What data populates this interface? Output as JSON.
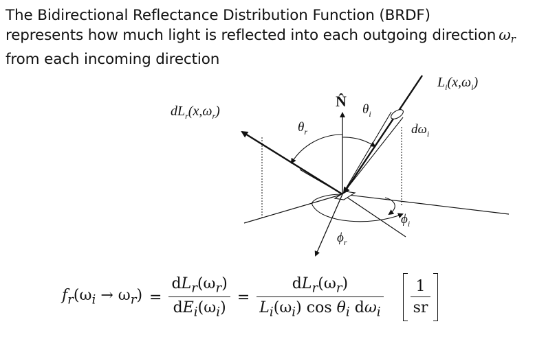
{
  "intro": {
    "line1": "The Bidirectional Reflectance Distribution Function (BRDF)",
    "line2": "represents how much light is reflected into each outgoing direction",
    "line2_symbol": "ω",
    "line2_symbol_sub": "r",
    "line3": "from each incoming direction"
  },
  "diagram": {
    "normal_label": "N̂",
    "incident_radiance_label": "L",
    "incident_radiance_sub": "i",
    "incident_radiance_args": "(x,ω",
    "incident_radiance_args_sub": "i",
    "incident_radiance_close": ")",
    "reflected_radiance_label": "dL",
    "reflected_radiance_sub": "r",
    "reflected_radiance_args": "(x,ω",
    "reflected_radiance_args_sub": "r",
    "reflected_radiance_close": ")",
    "theta_i_label": "θ",
    "theta_i_sub": "i",
    "theta_r_label": "θ",
    "theta_r_sub": "r",
    "domega_label": "dω",
    "domega_sub": "i",
    "phi_i_label": "ϕ",
    "phi_i_sub": "i",
    "phi_r_label": "ϕ",
    "phi_r_sub": "r"
  },
  "formula": {
    "lhs_f": "f",
    "lhs_f_sub": "r",
    "lhs_args": "(ω",
    "lhs_args_sub_i": "i",
    "lhs_arrow": " → ω",
    "lhs_args_sub_r": "r",
    "lhs_close": ")",
    "eq": "=",
    "frac1_num_d": "d",
    "frac1_num_L": "L",
    "frac1_num_sub": "r",
    "frac1_num_args": "(ω",
    "frac1_num_args_sub": "r",
    "frac1_num_close": ")",
    "frac1_den_d": "d",
    "frac1_den_E": "E",
    "frac1_den_sub": "i",
    "frac1_den_args": "(ω",
    "frac1_den_args_sub": "i",
    "frac1_den_close": ")",
    "frac2_num_d": "d",
    "frac2_num_L": "L",
    "frac2_num_sub": "r",
    "frac2_num_args": "(ω",
    "frac2_num_args_sub": "r",
    "frac2_num_close": ")",
    "frac2_den_L": "L",
    "frac2_den_sub": "i",
    "frac2_den_args": "(ω",
    "frac2_den_args_sub": "i",
    "frac2_den_close": ")",
    "frac2_den_cos": " cos ",
    "frac2_den_theta": "θ",
    "frac2_den_theta_sub": "i",
    "frac2_den_d": " d",
    "frac2_den_omega": "ω",
    "frac2_den_omega_sub": "i",
    "unit_num": "1",
    "unit_den": "sr"
  }
}
